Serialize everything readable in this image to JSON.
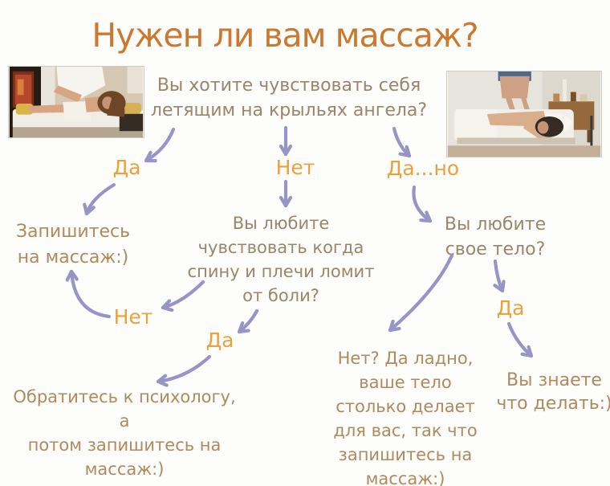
{
  "palette": {
    "background": "#FDFDFB",
    "title_color": "#CC782E",
    "answer_label_color": "#E9A23C",
    "question_text_color": "#9C8568",
    "result_text_color": "#B08A5C",
    "arrow_color": "#9794C7"
  },
  "title": "Нужен ли вам массаж?",
  "flow": {
    "root_question": "Вы хотите чувствовать себя\nлетящим на крыльях ангела?",
    "root_yes": "Да",
    "root_no": "Нет",
    "root_yes_but": "Да...но",
    "signup_result": "Запишитесь\nна массаж:)",
    "pain_question": "Вы любите\nчувствовать когда\nспину и плечи ломит\nот боли?",
    "pain_no": "Нет",
    "pain_yes": "Да",
    "psychologist_result": "Обратитесь к психологу, а\nпотом запишитесь на\nмассаж:)",
    "body_question": "Вы любите\nсвое тело?",
    "body_yes": "Да",
    "body_no_result": "Нет? Да ладно,\nваше тело\nстолько делает\nдля вас, так что\nзапишитесь на массаж:)",
    "body_yes_result": "Вы знаете\nчто делать:)"
  },
  "icons": {
    "arrowhead": "open-v-arrowhead"
  }
}
